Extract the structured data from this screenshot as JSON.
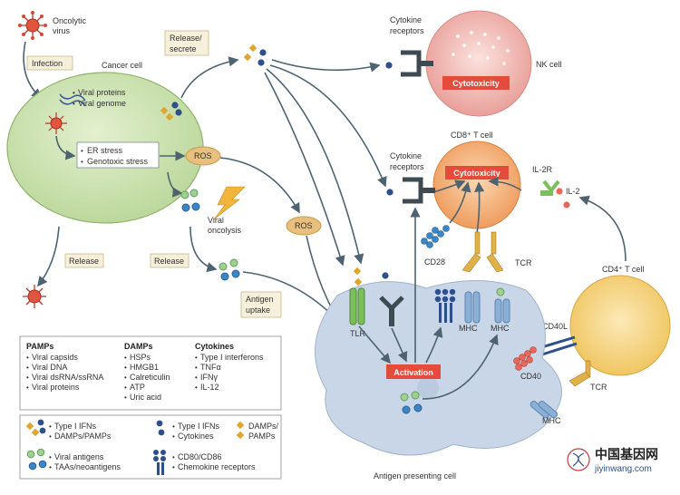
{
  "labels": {
    "oncolytic_virus": [
      "Oncolytic",
      "virus"
    ],
    "infection": "Infection",
    "cancer_cell": "Cancer cell",
    "viral_products": [
      "Viral proteins",
      "Viral genome"
    ],
    "stress": [
      "ER stress",
      "Genotoxic stress"
    ],
    "ros": "ROS",
    "release_secrete": [
      "Release/",
      "secrete"
    ],
    "viral_oncolysis": [
      "Viral",
      "oncolysis"
    ],
    "release": "Release",
    "antigen_uptake": [
      "Antigen",
      "uptake"
    ],
    "cytokine_receptors": [
      "Cytokine",
      "receptors"
    ],
    "cytotoxicity": "Cytotoxicity",
    "nk_cell": "NK cell",
    "cd8_t_cell": "CD8⁺ T cell",
    "il2r": "IL-2R",
    "il2": "IL-2",
    "cd28": "CD28",
    "tcr": "TCR",
    "cd4_t_cell": "CD4⁺ T cell",
    "cd40l": "CD40L",
    "cd40": "CD40",
    "tlr": "TLR",
    "mhc": "MHC",
    "activation": "Activation",
    "apc": "Antigen presenting cell"
  },
  "legend_table": {
    "pamps": {
      "title": "PAMPs",
      "items": [
        "Viral capsids",
        "Viral DNA",
        "Viral dsRNA/ssRNA",
        "Viral proteins"
      ]
    },
    "damps": {
      "title": "DAMPs",
      "items": [
        "HSPs",
        "HMGB1",
        "Calreticulin",
        "ATP",
        "Uric acid"
      ]
    },
    "cytokines": {
      "title": "Cytokines",
      "items": [
        "Type I interferons",
        "TNFα",
        "IFNγ",
        "IL-12"
      ]
    }
  },
  "legend_key": {
    "k1": [
      "Type I IFNs",
      "DAMPs/PAMPs"
    ],
    "k2": [
      "Type I IFNs",
      "Cytokines"
    ],
    "k3": [
      "DAMPs/",
      "PAMPs"
    ],
    "k4": [
      "Viral antigens",
      "TAAs/neoantigens"
    ],
    "k5": [
      "CD80/CD86",
      "Chemokine receptors"
    ]
  },
  "watermark": {
    "cn": "中国基因网",
    "url": "jiyinwang.com"
  },
  "colors": {
    "cancer_cell": "#cfe3b0",
    "nk_cell": "#f2b9b4",
    "cd8_cell": "#f2a86a",
    "cd4_cell": "#f4d37a",
    "apc": "#c9d6e8",
    "activation": "#e44b3b",
    "ros": "#e8bf7c",
    "arrow": "#4d6470"
  }
}
